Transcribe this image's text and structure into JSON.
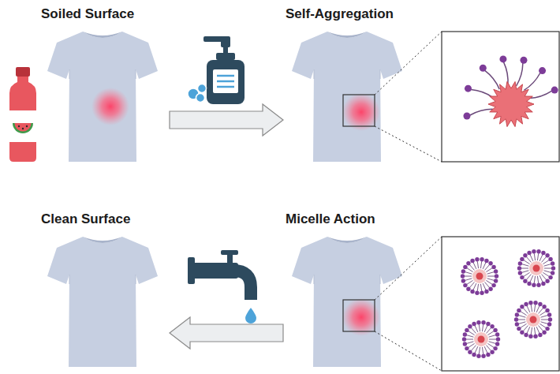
{
  "diagram": {
    "nodes": [
      {
        "text": [
          "Soiled Surface"
        ]
      },
      {
        "text": [
          "Self-Aggregation"
        ]
      },
      {
        "text": [
          "Clean Surface"
        ]
      },
      {
        "text": [
          "Micelle Action"
        ]
      }
    ],
    "edges": [
      {
        "from": 0,
        "to": 1,
        "arrow": "to"
      },
      {
        "from": 3,
        "to": 2,
        "arrow": "to"
      }
    ]
  }
}
